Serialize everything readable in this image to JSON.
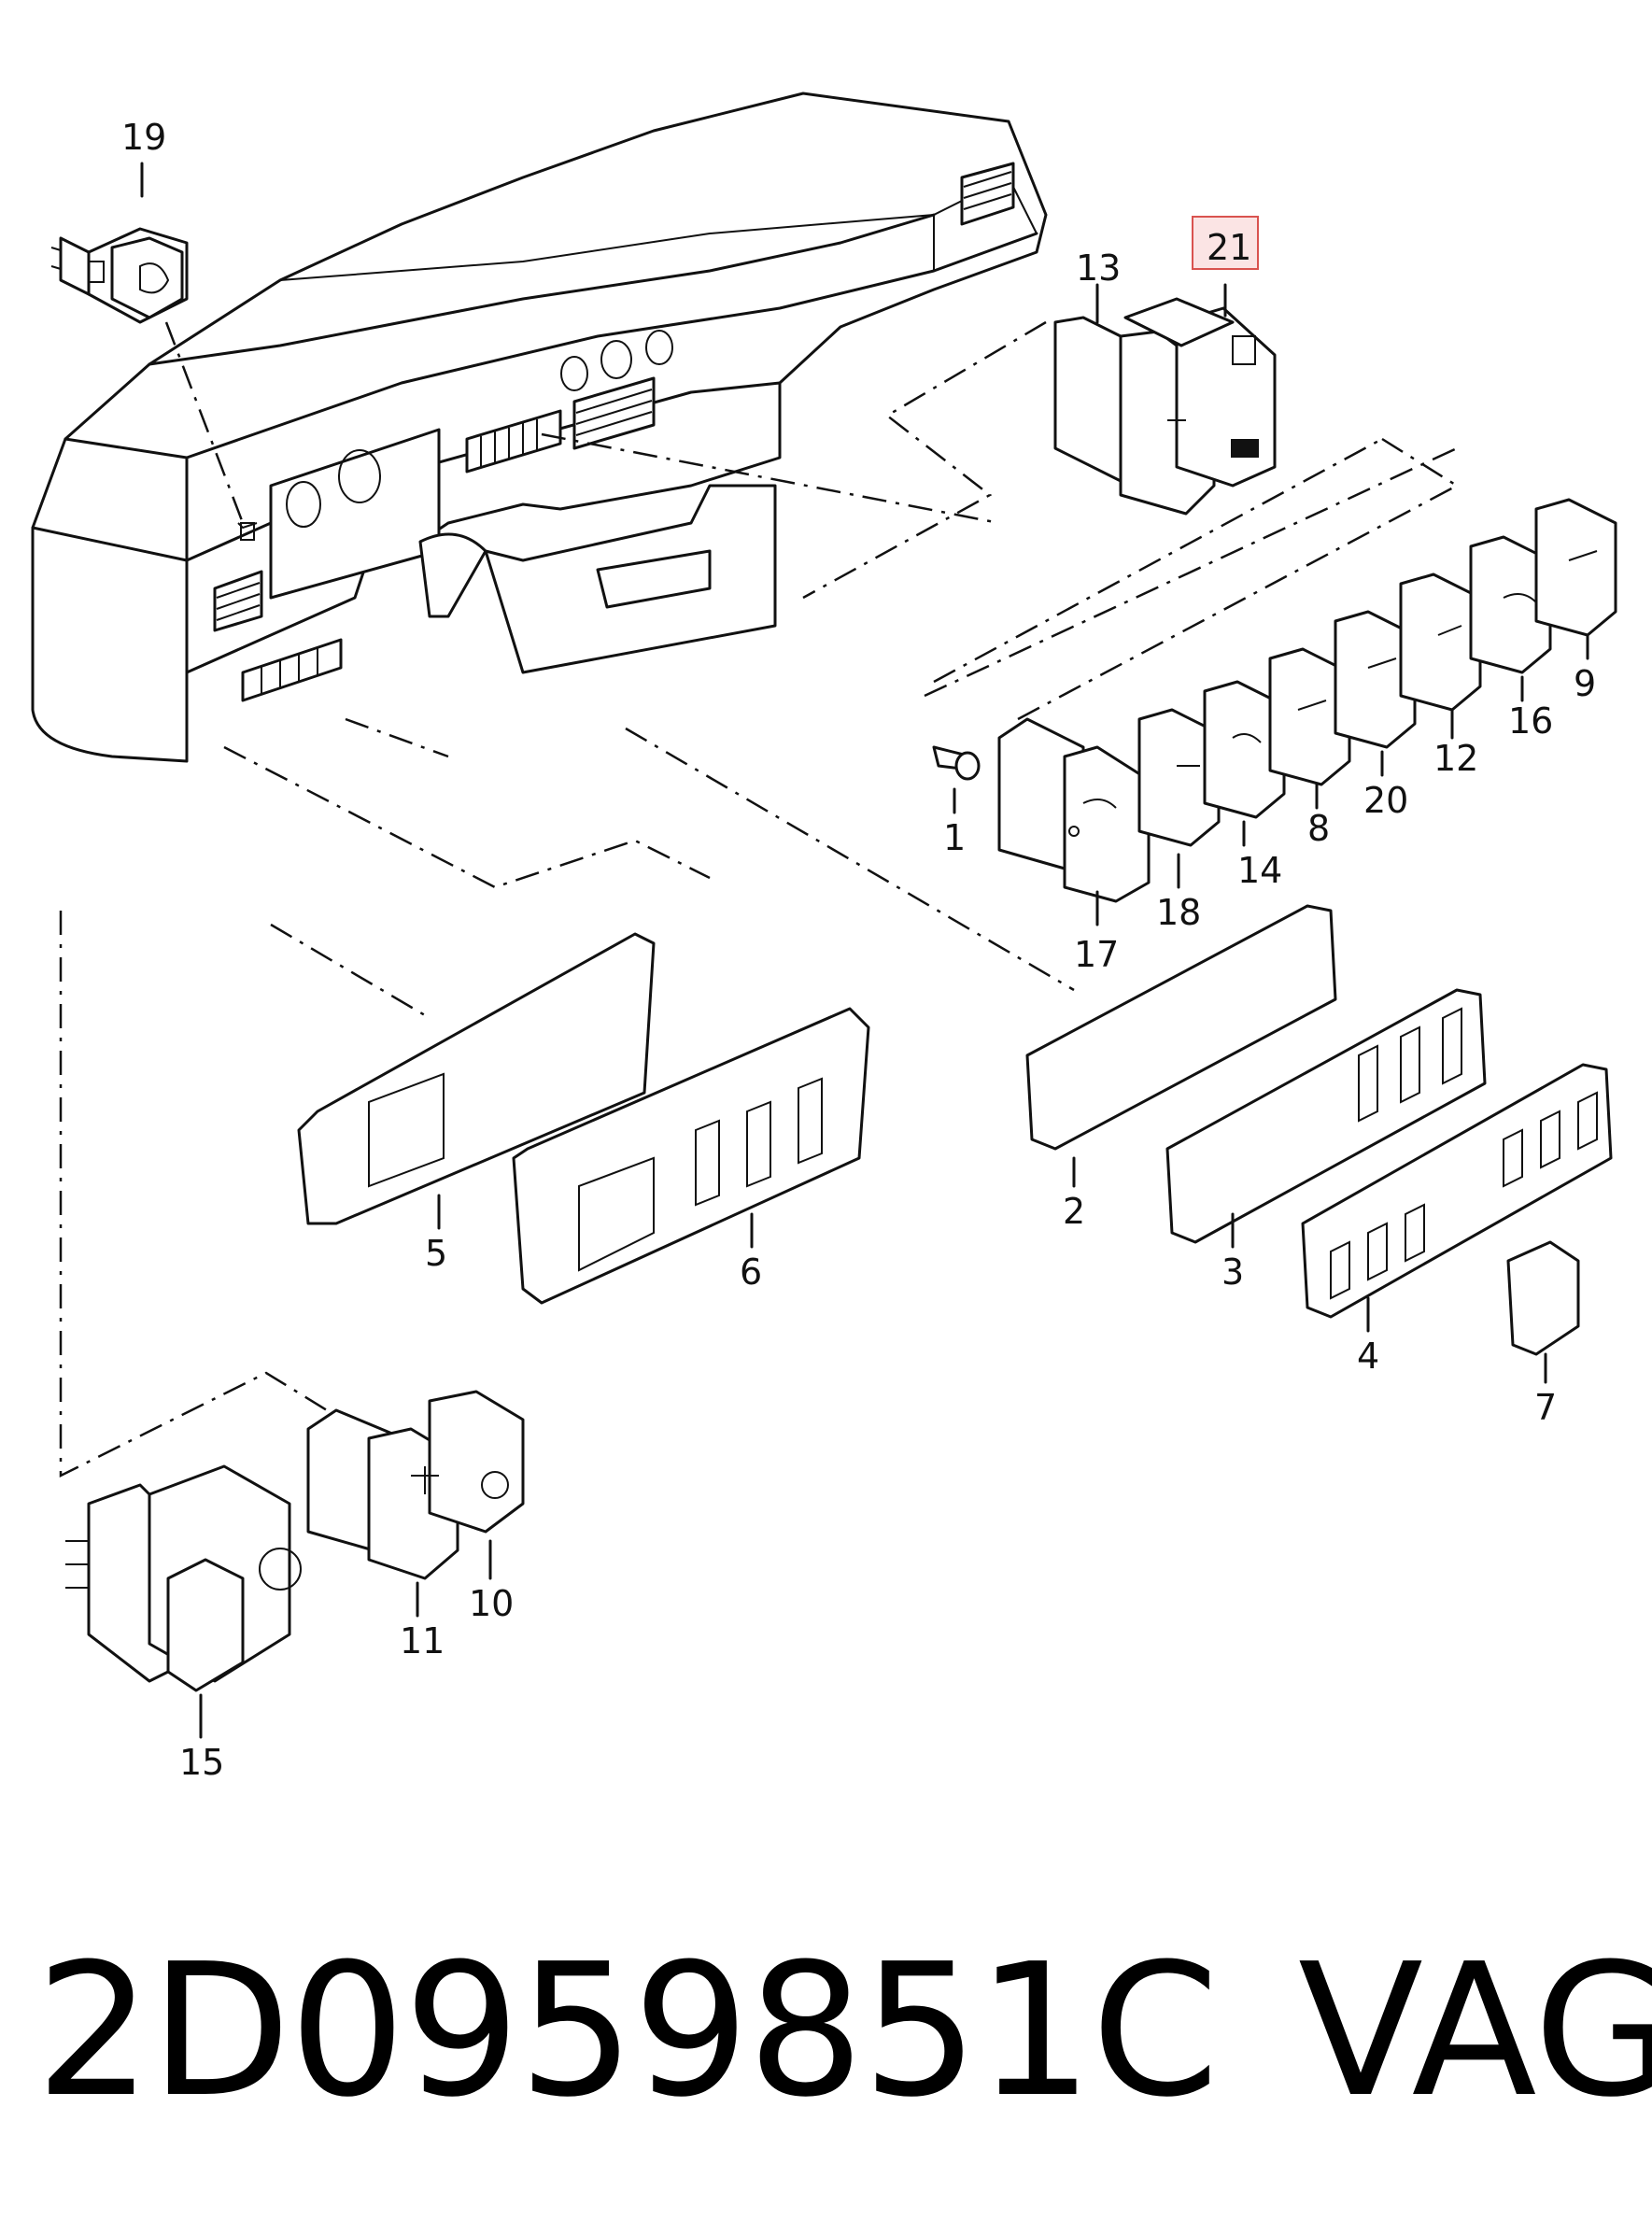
{
  "diagram": {
    "highlighted_callout": "21",
    "highlight_color": "#d9534f",
    "callouts": [
      {
        "id": "19",
        "label": "19"
      },
      {
        "id": "13",
        "label": "13"
      },
      {
        "id": "21",
        "label": "21"
      },
      {
        "id": "1",
        "label": "1"
      },
      {
        "id": "17",
        "label": "17"
      },
      {
        "id": "18",
        "label": "18"
      },
      {
        "id": "14",
        "label": "14"
      },
      {
        "id": "8",
        "label": "8"
      },
      {
        "id": "20",
        "label": "20"
      },
      {
        "id": "12",
        "label": "12"
      },
      {
        "id": "16",
        "label": "16"
      },
      {
        "id": "9",
        "label": "9"
      },
      {
        "id": "5",
        "label": "5"
      },
      {
        "id": "6",
        "label": "6"
      },
      {
        "id": "2",
        "label": "2"
      },
      {
        "id": "3",
        "label": "3"
      },
      {
        "id": "4",
        "label": "4"
      },
      {
        "id": "7",
        "label": "7"
      },
      {
        "id": "15",
        "label": "15"
      },
      {
        "id": "11",
        "label": "11"
      },
      {
        "id": "10",
        "label": "10"
      }
    ]
  },
  "footer": {
    "part_number": "2D0959851C",
    "brand": "VAG"
  }
}
